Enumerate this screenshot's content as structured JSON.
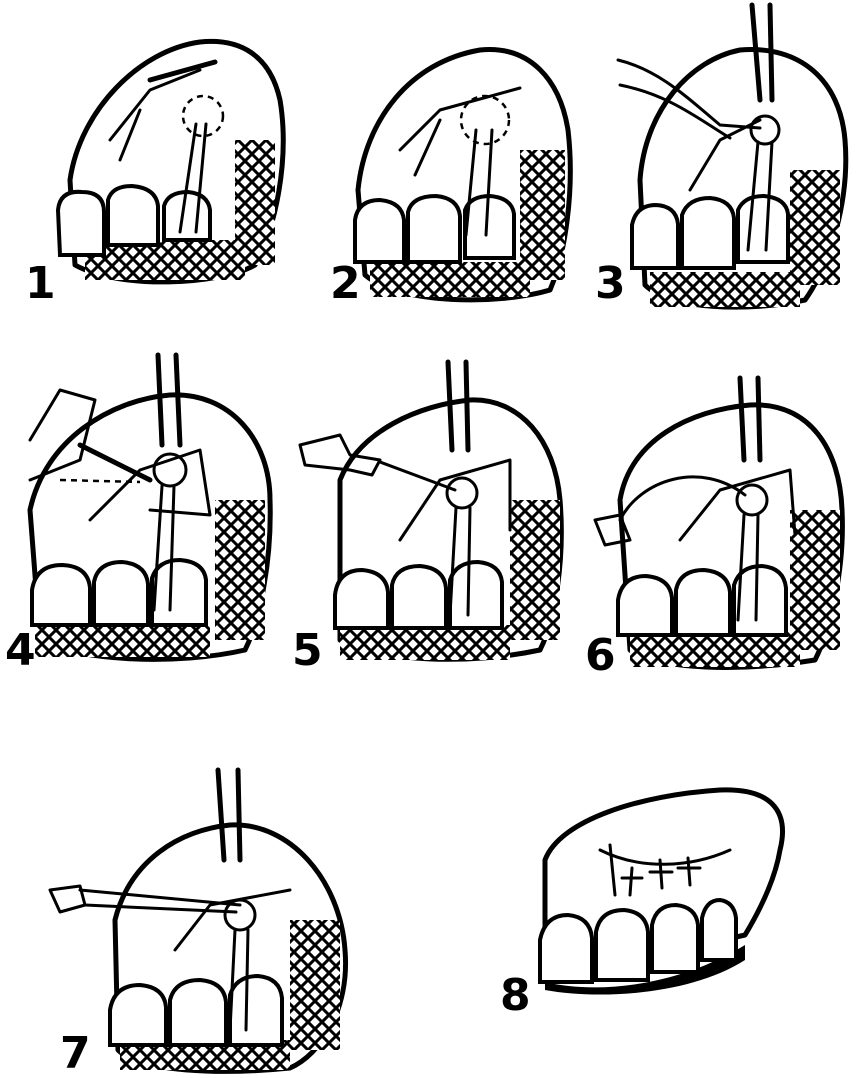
{
  "figure": {
    "steps": [
      {
        "label": "1"
      },
      {
        "label": "2"
      },
      {
        "label": "3"
      },
      {
        "label": "4"
      },
      {
        "label": "5"
      },
      {
        "label": "6"
      },
      {
        "label": "7"
      },
      {
        "label": "8"
      }
    ]
  }
}
